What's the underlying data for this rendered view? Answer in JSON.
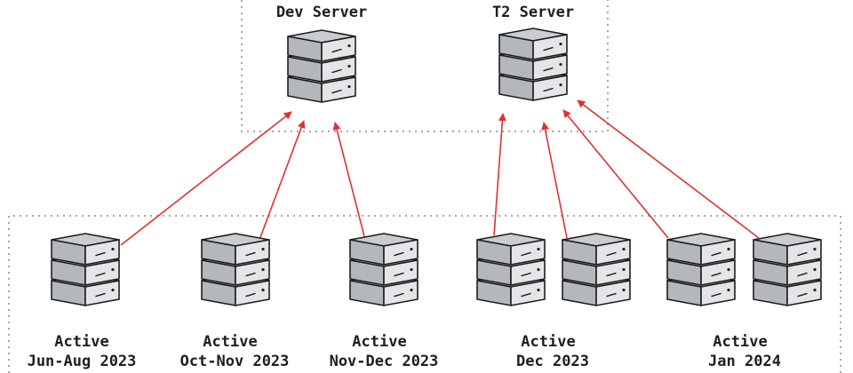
{
  "colors": {
    "arrow": "#e03131",
    "server_top": "#c9ccd0",
    "server_front": "#e3e5e8",
    "server_side": "#b4b7bb",
    "outline": "#1e1e1e",
    "group_border": "#8a8a8a"
  },
  "top_servers": [
    {
      "id": "dev",
      "label": "Dev Server",
      "icon": "server-stack-icon"
    },
    {
      "id": "t2",
      "label": "T2 Server",
      "icon": "server-stack-icon"
    }
  ],
  "groups": [
    {
      "label": [
        "Active",
        "Jun-Aug 2023"
      ],
      "servers": [
        "s1"
      ]
    },
    {
      "label": [
        "Active",
        "Oct-Nov 2023"
      ],
      "servers": [
        "s2"
      ]
    },
    {
      "label": [
        "Active",
        "Nov-Dec 2023"
      ],
      "servers": [
        "s3"
      ]
    },
    {
      "label": [
        "Active",
        "Dec 2023"
      ],
      "servers": [
        "s4",
        "s5"
      ]
    },
    {
      "label": [
        "Active",
        "Jan 2024"
      ],
      "servers": [
        "s6",
        "s7"
      ]
    }
  ],
  "connections": [
    {
      "from": "s1",
      "to": "dev"
    },
    {
      "from": "s2",
      "to": "dev"
    },
    {
      "from": "s3",
      "to": "dev"
    },
    {
      "from": "s4",
      "to": "t2"
    },
    {
      "from": "s5",
      "to": "t2"
    },
    {
      "from": "s6",
      "to": "t2"
    },
    {
      "from": "s7",
      "to": "t2"
    }
  ]
}
